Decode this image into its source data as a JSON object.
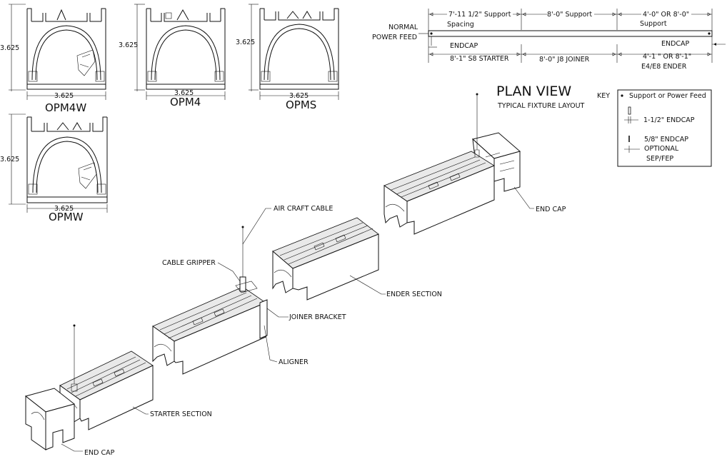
{
  "profiles": [
    {
      "name": "OPM4W",
      "height": "3.625",
      "width": "3.625"
    },
    {
      "name": "OPM4",
      "height": "3.625",
      "width": "3.625"
    },
    {
      "name": "OPMS",
      "height": "3.625",
      "width": "3.625"
    },
    {
      "name": "OPMW",
      "height": "3.625",
      "width": "3.625"
    }
  ],
  "plan": {
    "normal_feed": [
      "NORMAL",
      "POWER FEED"
    ],
    "spacing_1": [
      "7'-11 1/2\" Support",
      "Spacing"
    ],
    "spacing_2": "8'-0\" Support",
    "spacing_3": [
      "4'-0\" OR 8'-0\"",
      "Support"
    ],
    "endcap_left": "ENDCAP",
    "endcap_right": "ENDCAP",
    "section_1": "8'-1\" S8 STARTER",
    "section_2": "8'-0\" J8 JOINER",
    "section_3": [
      "4'-1 \" OR 8'-1\"",
      "E4/E8 ENDER"
    ],
    "title": "PLAN VIEW",
    "subtitle": "TYPICAL FIXTURE LAYOUT"
  },
  "key": {
    "label": "KEY",
    "item1": "Support or Power Feed",
    "item2": "1-1/2\" ENDCAP",
    "item3": [
      "5/8\" ENDCAP",
      "OPTIONAL",
      "SEP/FEP"
    ]
  },
  "callouts": {
    "end_cap_right": "END CAP",
    "air_craft_cable": "AIR CRAFT CABLE",
    "cable_gripper": "CABLE GRIPPER",
    "ender_section": "ENDER SECTION",
    "joiner_bracket": "JOINER BRACKET",
    "aligner": "ALIGNER",
    "starter_section": "STARTER SECTION",
    "end_cap_left": "END CAP"
  }
}
